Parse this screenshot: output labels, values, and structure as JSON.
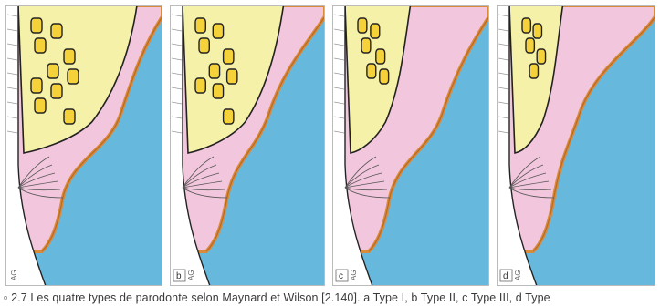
{
  "figure": {
    "panels": [
      {
        "id": "a",
        "label": ""
      },
      {
        "id": "b",
        "label": "b"
      },
      {
        "id": "c",
        "label": "c"
      },
      {
        "id": "d",
        "label": "d"
      }
    ],
    "signature": "AG",
    "caption": "▫ 2.7 Les quatre types de parodonte selon Maynard et Wilson [2.140]. a Type I, b Type II, c Type III, d Type"
  },
  "colors": {
    "bone": "#f6f1a8",
    "marrow": "#f5d23a",
    "gingiva": "#f2c6dc",
    "epithelium": "#d98a3a",
    "mucosa": "#66b8dc",
    "tooth": "#ffffff",
    "outline": "#222222"
  }
}
